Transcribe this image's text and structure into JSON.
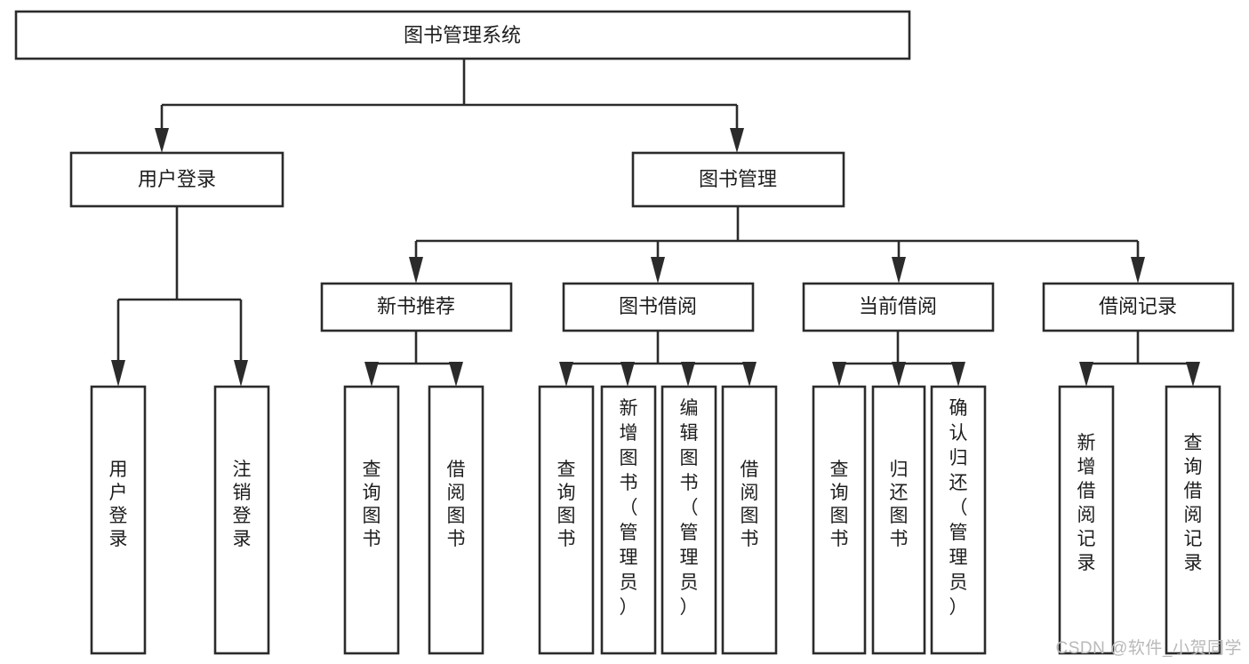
{
  "diagram": {
    "type": "tree",
    "title": "图书管理系统",
    "orientation": "top-down",
    "colors": {
      "box_stroke": "#2b2b2b",
      "box_fill": "#ffffff",
      "text": "#1d1d1d",
      "background": "#ffffff",
      "watermark": "#b9b9b9"
    },
    "root": {
      "label": "图书管理系统",
      "level": 0
    },
    "level1": [
      {
        "label": "用户登录"
      },
      {
        "label": "图书管理"
      }
    ],
    "level2": [
      {
        "label": "新书推荐",
        "parent": "图书管理"
      },
      {
        "label": "图书借阅",
        "parent": "图书管理"
      },
      {
        "label": "当前借阅",
        "parent": "图书管理"
      },
      {
        "label": "借阅记录",
        "parent": "图书管理"
      }
    ],
    "leaves_user_login": [
      {
        "label": "用户登录"
      },
      {
        "label": "注销登录"
      }
    ],
    "leaves_new_book": [
      {
        "label": "查询图书"
      },
      {
        "label": "借阅图书"
      }
    ],
    "leaves_borrow": [
      {
        "label": "查询图书"
      },
      {
        "label": "新增图书（管理员）"
      },
      {
        "label": "编辑图书（管理员）"
      },
      {
        "label": "借阅图书"
      }
    ],
    "leaves_current": [
      {
        "label": "查询图书"
      },
      {
        "label": "归还图书"
      },
      {
        "label": "确认归还（管理员）"
      }
    ],
    "leaves_records": [
      {
        "label": "新增借阅记录"
      },
      {
        "label": "查询借阅记录"
      }
    ]
  },
  "watermark": {
    "text": "CSDN @软件_小贺同学"
  }
}
